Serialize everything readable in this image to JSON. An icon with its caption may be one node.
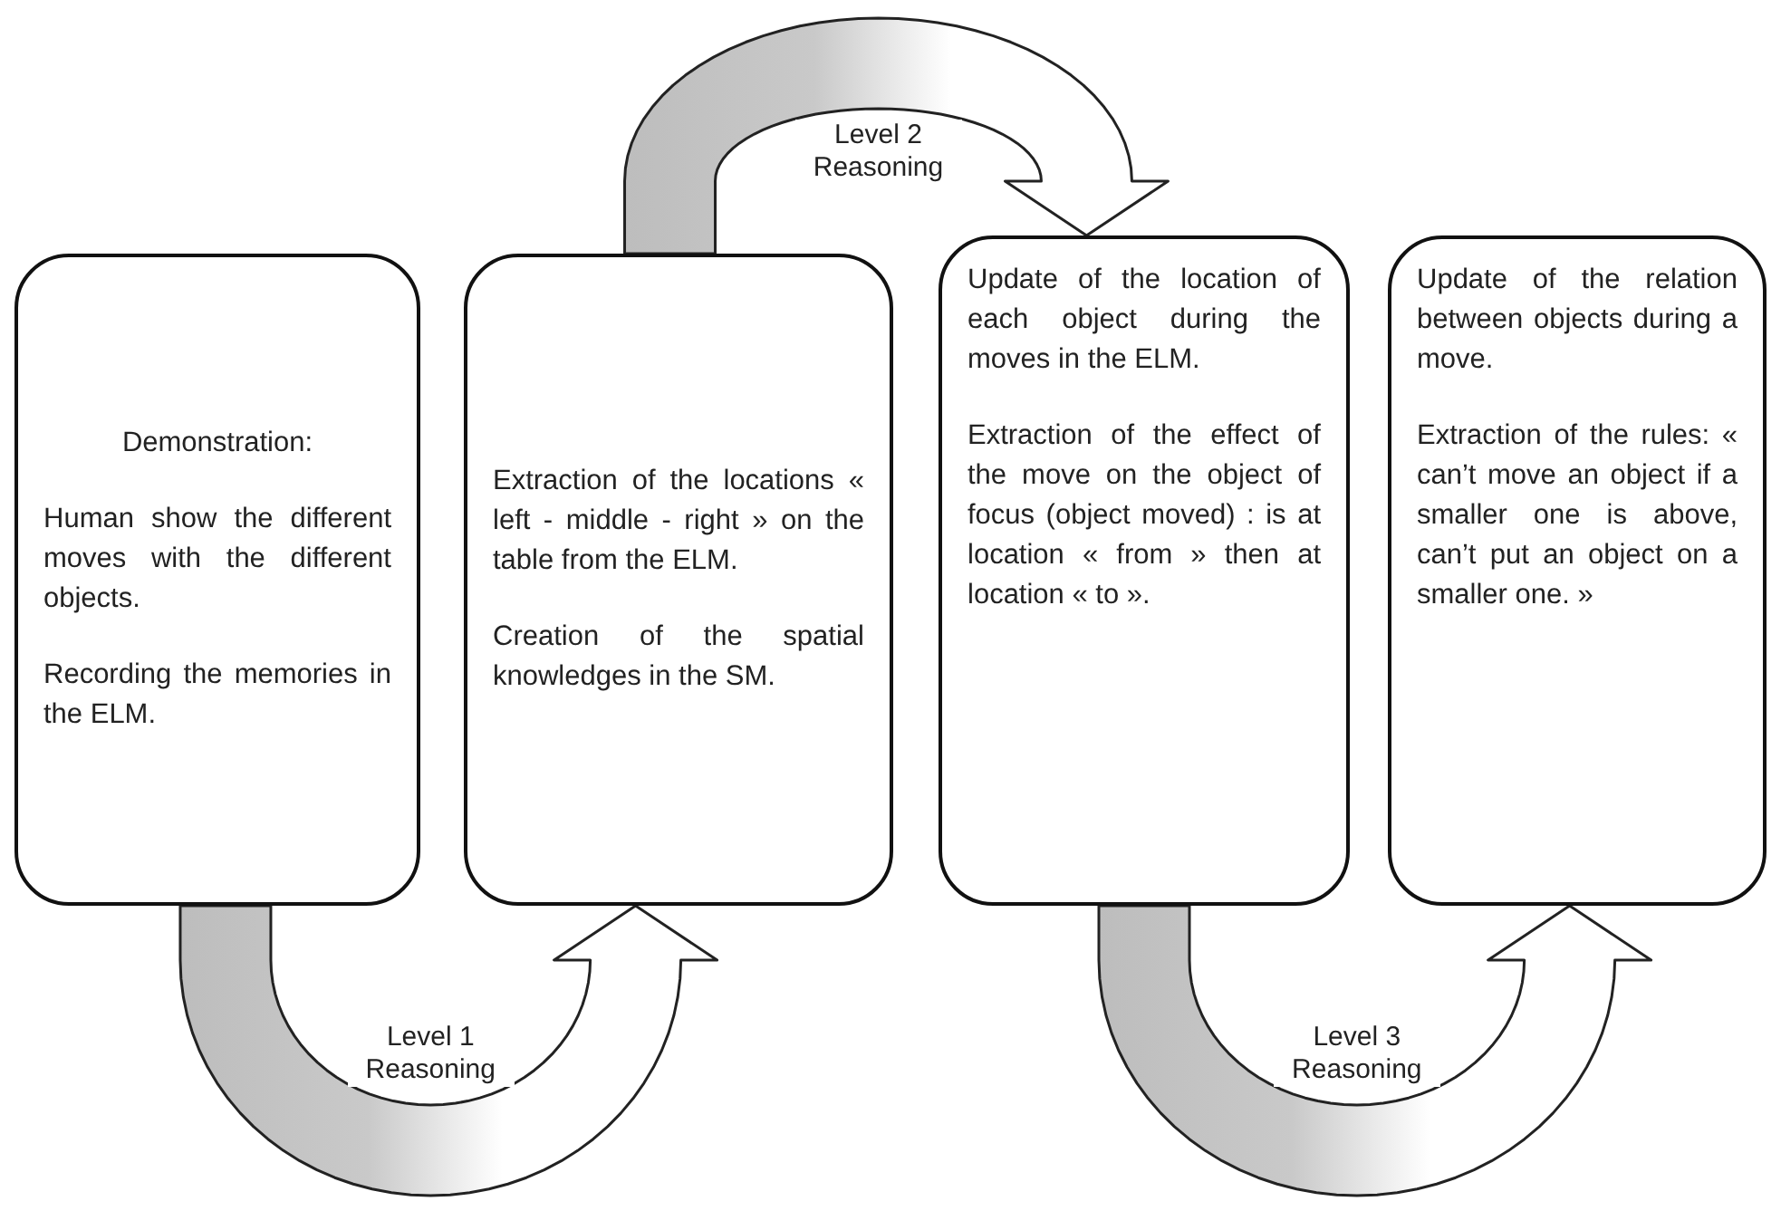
{
  "diagram": {
    "nodes": [
      {
        "text": [
          "Demonstration:",
          "Human show the different moves with the different objects.",
          "Recording the memories in the ELM."
        ]
      },
      {
        "text": [
          "Extraction of the locations « left - middle - right » on the table from the ELM.",
          "Creation of the spatial knowledges in the SM."
        ]
      },
      {
        "text": [
          "Update of the location of each object during the moves in the ELM.",
          "Extraction of the effect of the move on the object of focus (object moved) : is at location « from » then at location « to »."
        ]
      },
      {
        "text": [
          "Update of the relation between objects during a move.",
          "Extraction of the rules: « can’t move an object if a smaller one is above, can’t put an object on a smaller one. »"
        ]
      }
    ],
    "edges": [
      {
        "from": 0,
        "to": 1,
        "arrow": "to",
        "label": "Level 1 Reasoning"
      },
      {
        "from": 1,
        "to": 2,
        "arrow": "to",
        "label": "Level 2 Reasoning"
      },
      {
        "from": 2,
        "to": 3,
        "arrow": "to",
        "label": "Level 3 Reasoning"
      }
    ]
  }
}
